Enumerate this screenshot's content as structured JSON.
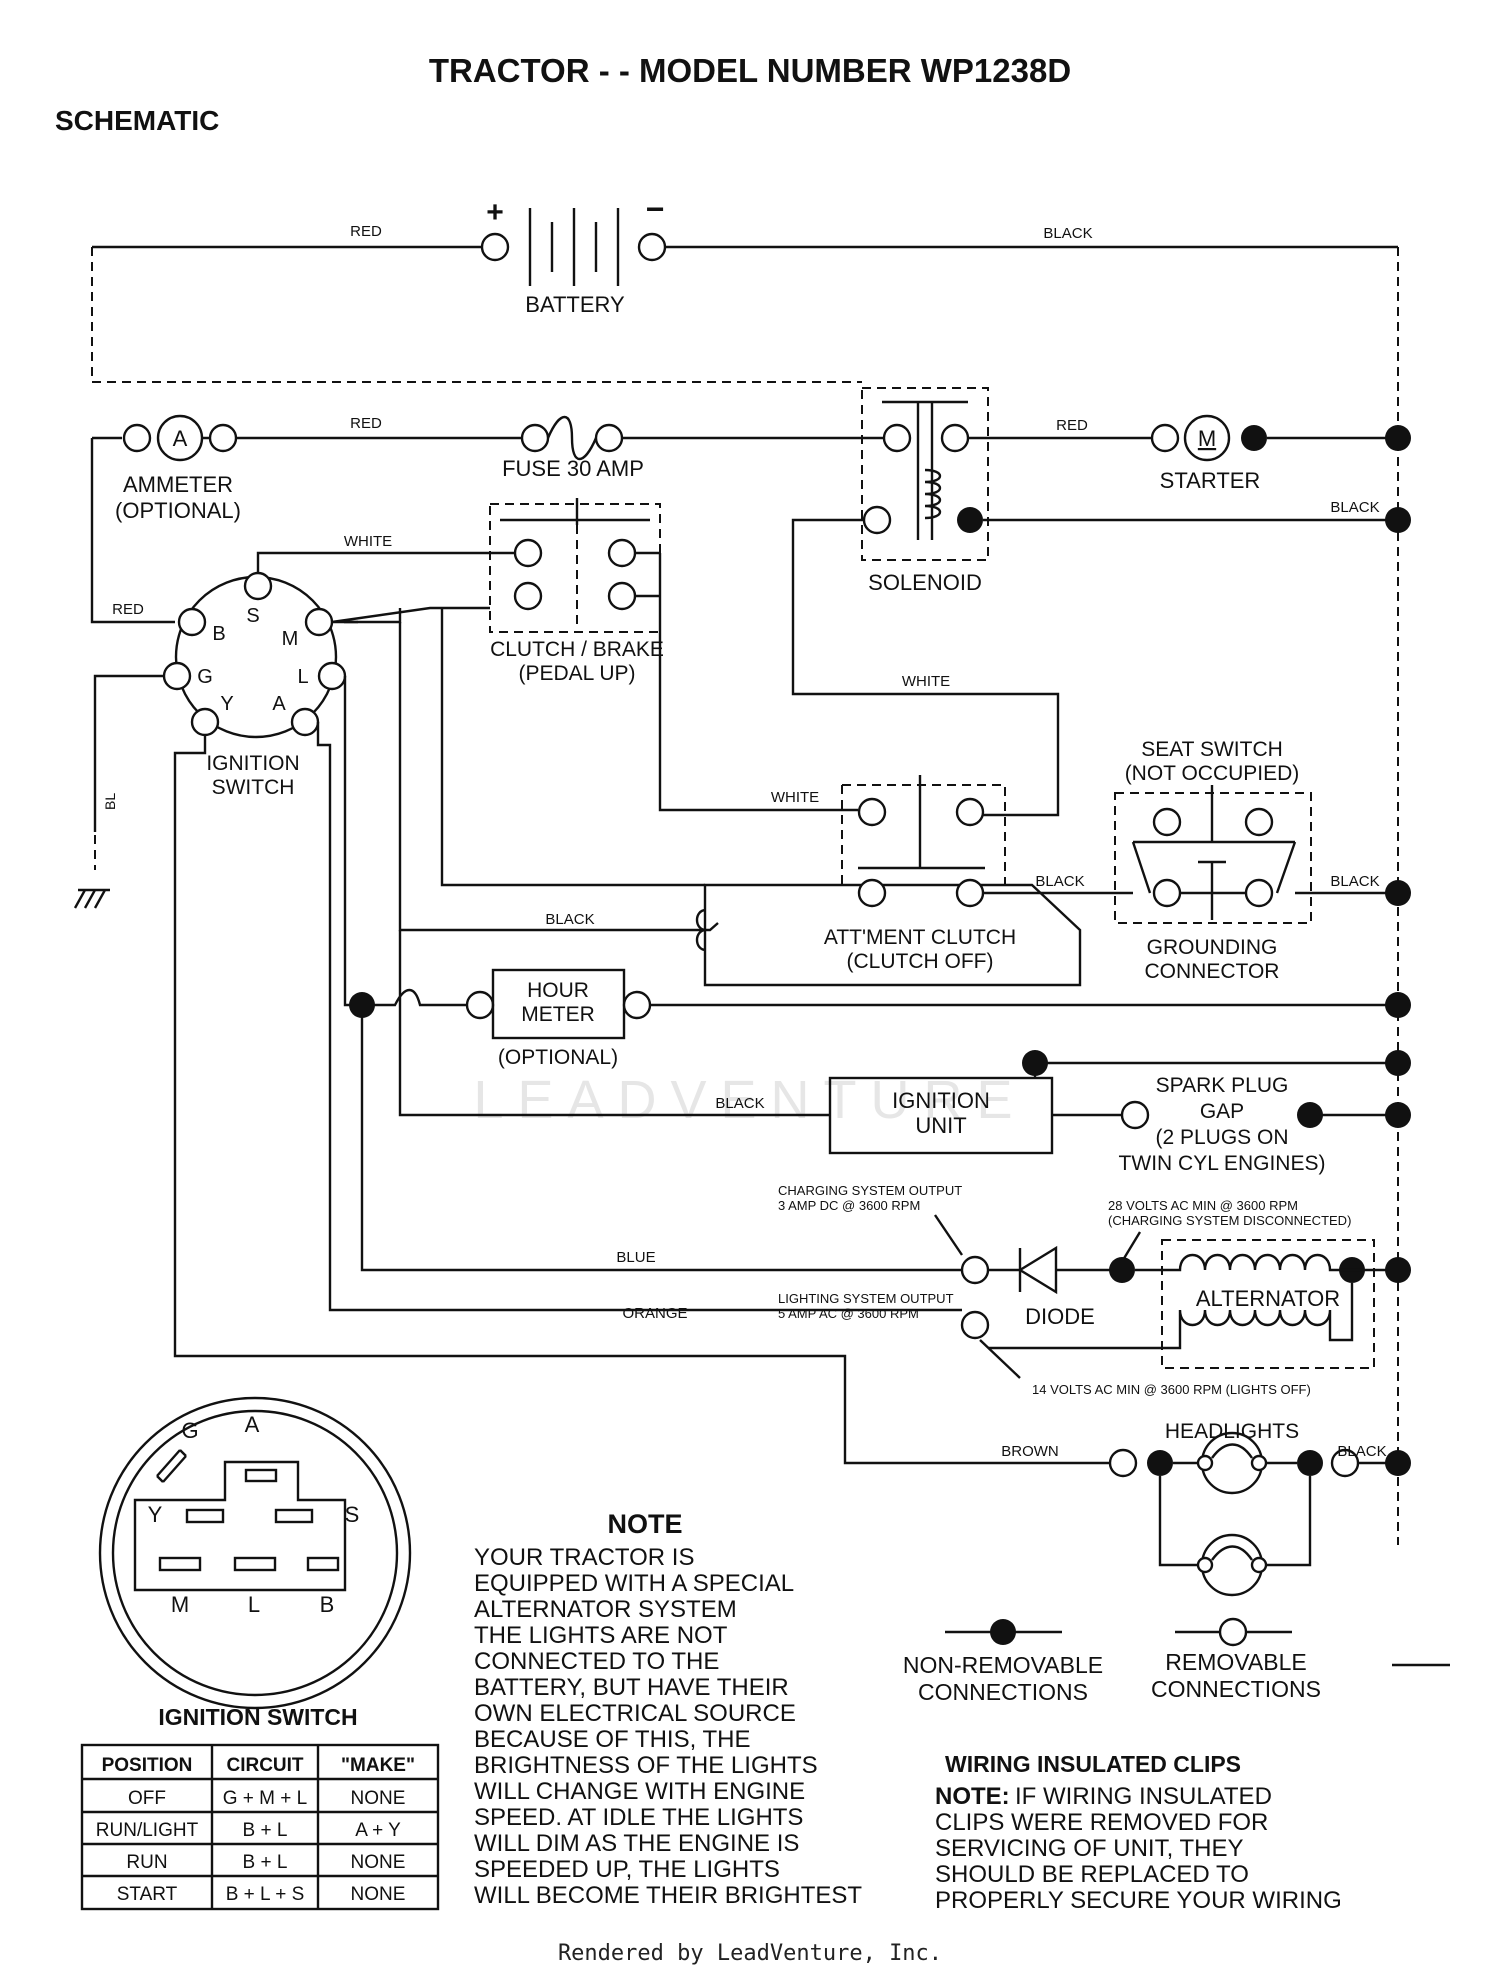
{
  "title": "TRACTOR - - MODEL NUMBER WP1238D",
  "section": "SCHEMATIC",
  "components": {
    "battery": "BATTERY",
    "battery_pos": "+",
    "battery_neg": "−",
    "ammeter_symbol": "A",
    "ammeter": [
      "AMMETER",
      "(OPTIONAL)"
    ],
    "fuse": "FUSE 30 AMP",
    "solenoid": "SOLENOID",
    "starter_symbol": "M",
    "starter": "STARTER",
    "clutch_brake": [
      "CLUTCH / BRAKE",
      "(PEDAL UP)"
    ],
    "ignition_switch": [
      "IGNITION",
      "SWITCH"
    ],
    "switch_terminals": [
      "B",
      "S",
      "M",
      "G",
      "L",
      "Y",
      "A"
    ],
    "seat_switch": [
      "SEAT SWITCH",
      "(NOT OCCUPIED)"
    ],
    "grounding_connector": [
      "GROUNDING",
      "CONNECTOR"
    ],
    "att_clutch": [
      "ATT'MENT CLUTCH",
      "(CLUTCH OFF)"
    ],
    "hour_meter": [
      "HOUR",
      "METER"
    ],
    "hour_meter_optional": "(OPTIONAL)",
    "ignition_unit": [
      "IGNITION",
      "UNIT"
    ],
    "spark_plug": [
      "SPARK PLUG",
      "GAP",
      "(2 PLUGS ON",
      "TWIN CYL  ENGINES)"
    ],
    "charging_output": [
      "CHARGING SYSTEM OUTPUT",
      "3 AMP DC @ 3600 RPM"
    ],
    "charging_disconnected": [
      "28 VOLTS AC MIN  @ 3600 RPM",
      "(CHARGING SYSTEM DISCONNECTED)"
    ],
    "diode": "DIODE",
    "alternator": "ALTERNATOR",
    "lighting_output": [
      "LIGHTING SYSTEM OUTPUT",
      "5 AMP AC @ 3600 RPM"
    ],
    "lights_off": "14 VOLTS AC MIN  @ 3600 RPM (LIGHTS OFF)",
    "headlights": "HEADLIGHTS"
  },
  "wires": {
    "red": "RED",
    "black": "BLACK",
    "white": "WHITE",
    "blue": "BLUE",
    "orange": "ORANGE",
    "brown": "BROWN",
    "ground_label": "BL"
  },
  "connector_view": {
    "terminals": [
      "G",
      "A",
      "Y",
      "S",
      "M",
      "L",
      "B"
    ]
  },
  "ignition_table": {
    "title": "IGNITION SWITCH",
    "headers": [
      "POSITION",
      "CIRCUIT",
      "\"MAKE\""
    ],
    "rows": [
      [
        "OFF",
        "G + M + L",
        "NONE"
      ],
      [
        "RUN/LIGHT",
        "B + L",
        "A + Y"
      ],
      [
        "RUN",
        "B + L",
        "NONE"
      ],
      [
        "START",
        "B + L + S",
        "NONE"
      ]
    ]
  },
  "note": {
    "heading": "NOTE",
    "lines": [
      "YOUR TRACTOR IS",
      "EQUIPPED WITH A SPECIAL",
      "ALTERNATOR SYSTEM",
      "THE LIGHTS ARE NOT",
      "CONNECTED TO THE",
      "BATTERY, BUT HAVE THEIR",
      "OWN ELECTRICAL SOURCE",
      "BECAUSE OF THIS, THE",
      "BRIGHTNESS OF THE LIGHTS",
      "WILL CHANGE WITH ENGINE",
      "SPEED.  AT IDLE THE LIGHTS",
      "WILL DIM   AS THE ENGINE IS",
      "SPEEDED UP, THE LIGHTS",
      "WILL BECOME THEIR BRIGHTEST"
    ]
  },
  "legend": {
    "non_removable": [
      "NON-REMOVABLE",
      "CONNECTIONS"
    ],
    "removable": [
      "REMOVABLE",
      "CONNECTIONS"
    ]
  },
  "clips": {
    "heading": "WIRING INSULATED CLIPS",
    "note_label": "NOTE:",
    "lines": [
      "IF WIRING INSULATED",
      "CLIPS WERE REMOVED FOR",
      "SERVICING OF UNIT, THEY",
      "SHOULD BE REPLACED TO",
      "PROPERLY SECURE YOUR WIRING"
    ]
  },
  "watermark": "LEADVENTURE",
  "footer": "Rendered by LeadVenture, Inc."
}
